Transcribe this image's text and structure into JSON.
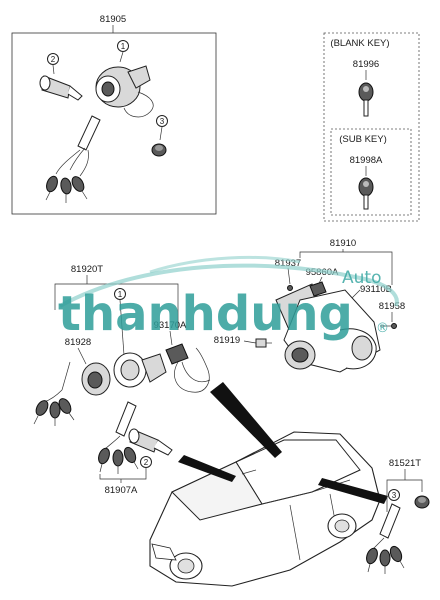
{
  "labels": {
    "ignition_set": "81905",
    "blank_key_heading": "(BLANK KEY)",
    "blank_key": "81996",
    "sub_key_heading": "(SUB KEY)",
    "sub_key": "81998A",
    "lock_assembly": "81910",
    "lock_set_left": "81920T",
    "part_81937": "81937",
    "part_95860A": "95860A",
    "part_93110B": "93110B",
    "part_81958": "81958",
    "part_93170A": "93170A",
    "part_81919": "81919",
    "part_81928": "81928",
    "door_lock_set": "81907A",
    "trunk_lock_set": "81521T"
  },
  "callouts": {
    "c1_top": "1",
    "c2_top": "2",
    "c3_top": "3",
    "c1_mid": "1",
    "c2_bottom": "2",
    "c3_bottom": "3"
  },
  "watermark": {
    "brand": "thanhdung",
    "suffix": "Auto",
    "mark": "®",
    "color": "#2f9e9a"
  }
}
